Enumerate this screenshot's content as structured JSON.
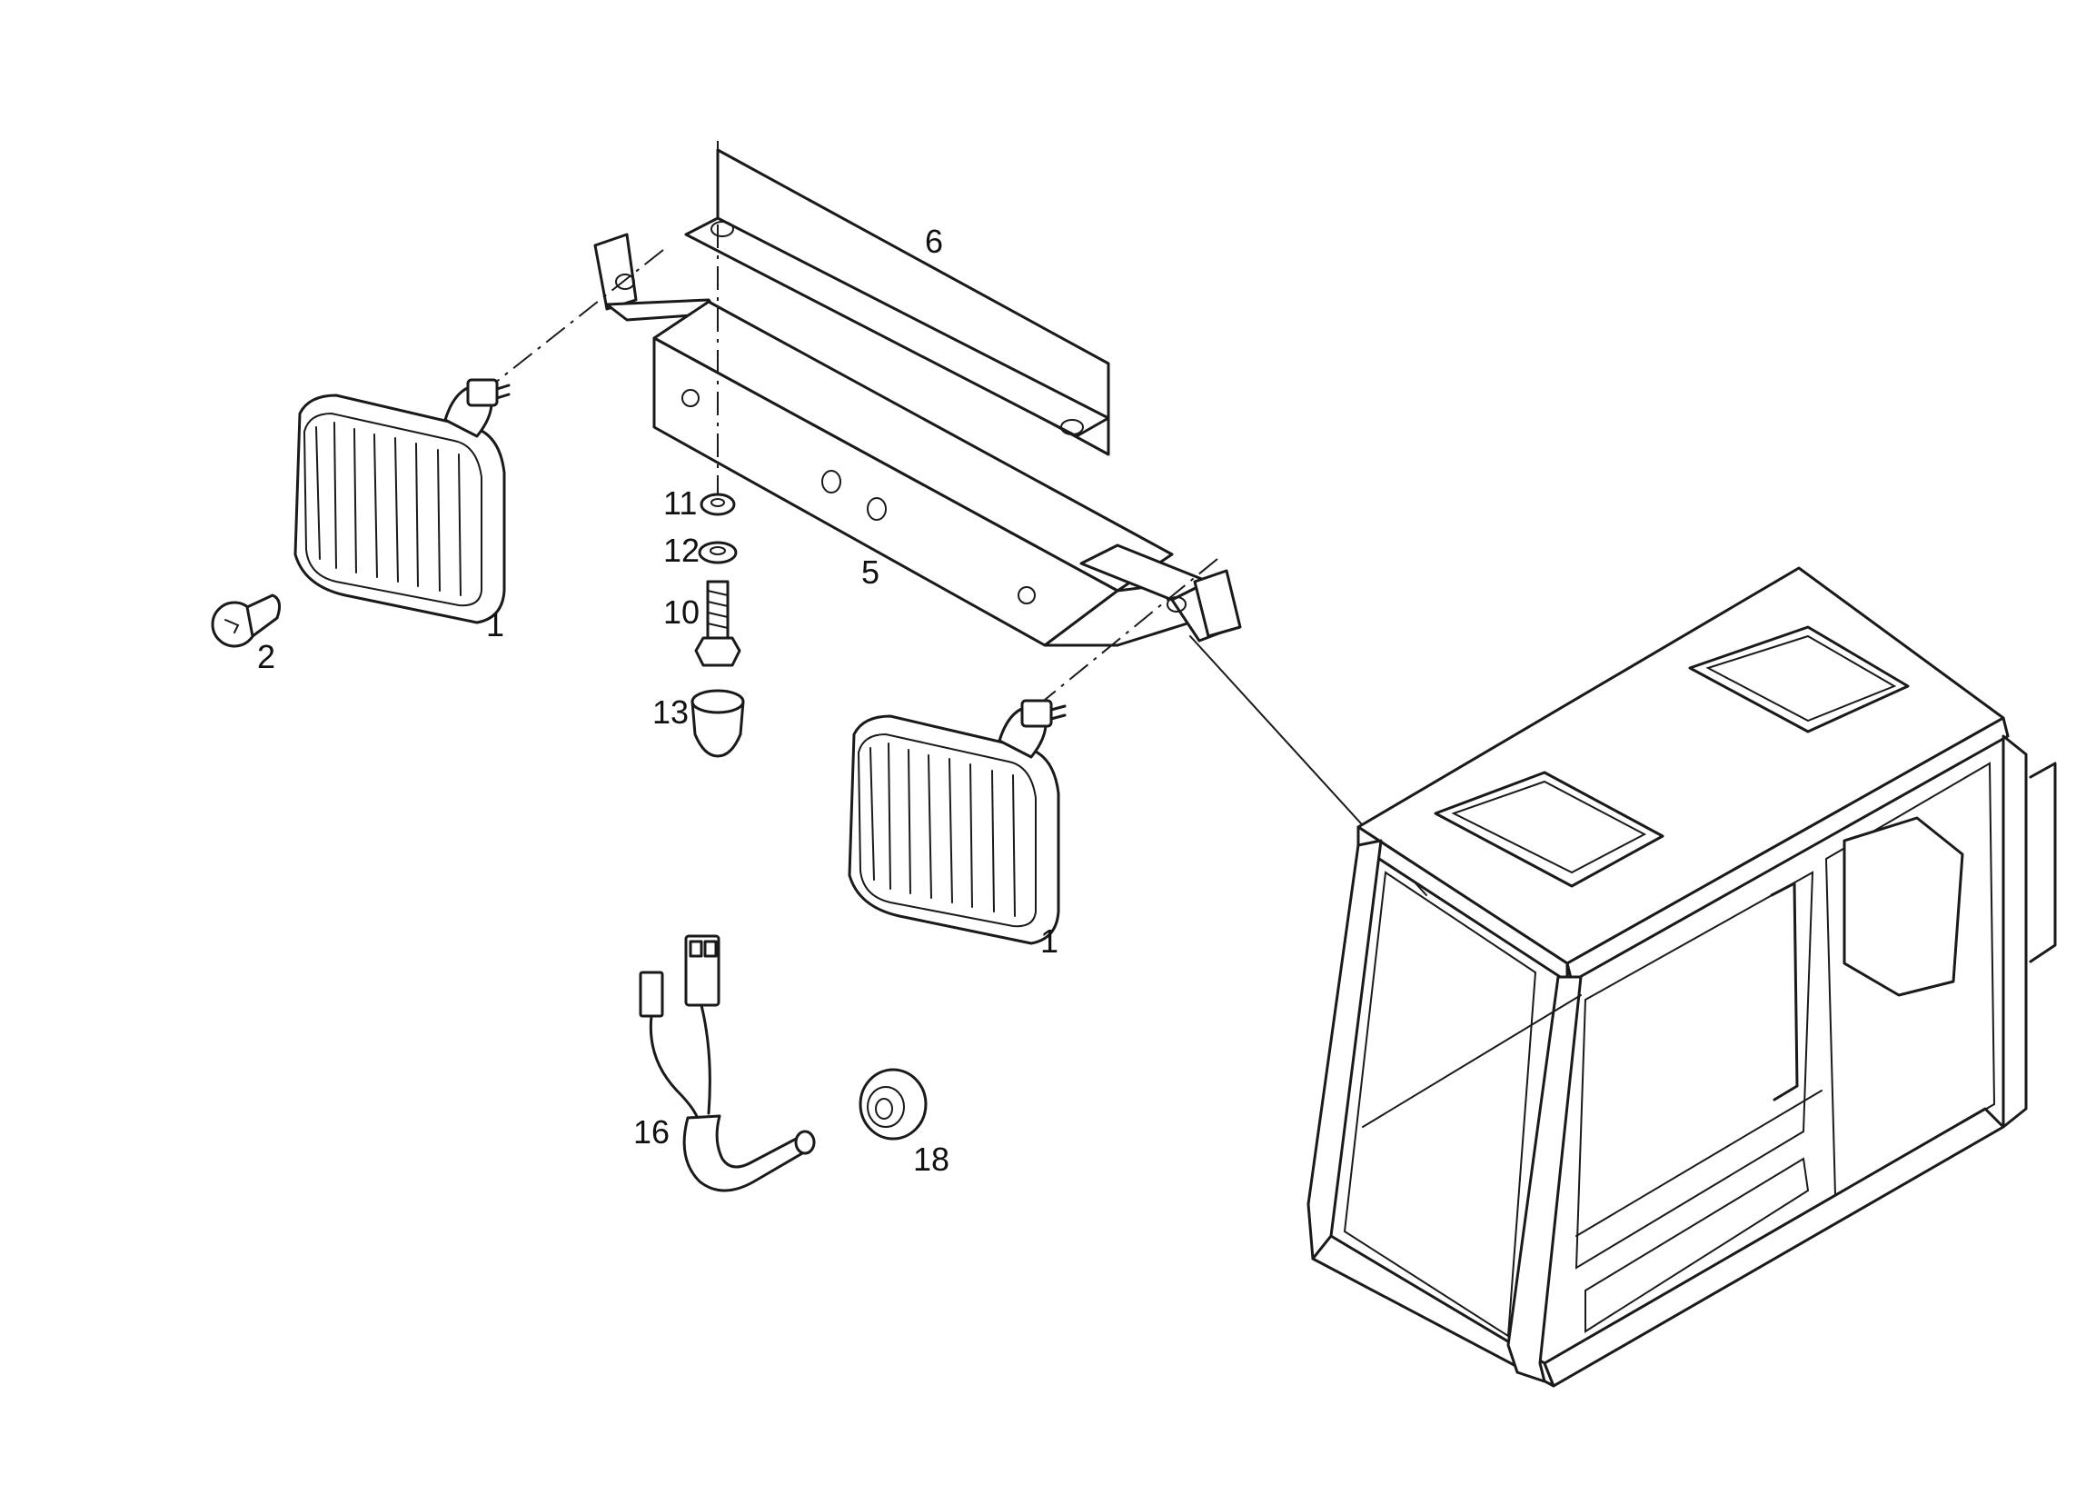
{
  "callouts": {
    "lamp_left": "1",
    "bulb": "2",
    "bracket": "5",
    "plate": "6",
    "nut": "11",
    "washer": "12",
    "bolt": "10",
    "cap": "13",
    "lamp_right": "1",
    "harness": "16",
    "grommet": "18"
  },
  "colors": {
    "line": "#1a1a1a",
    "background": "#ffffff"
  }
}
